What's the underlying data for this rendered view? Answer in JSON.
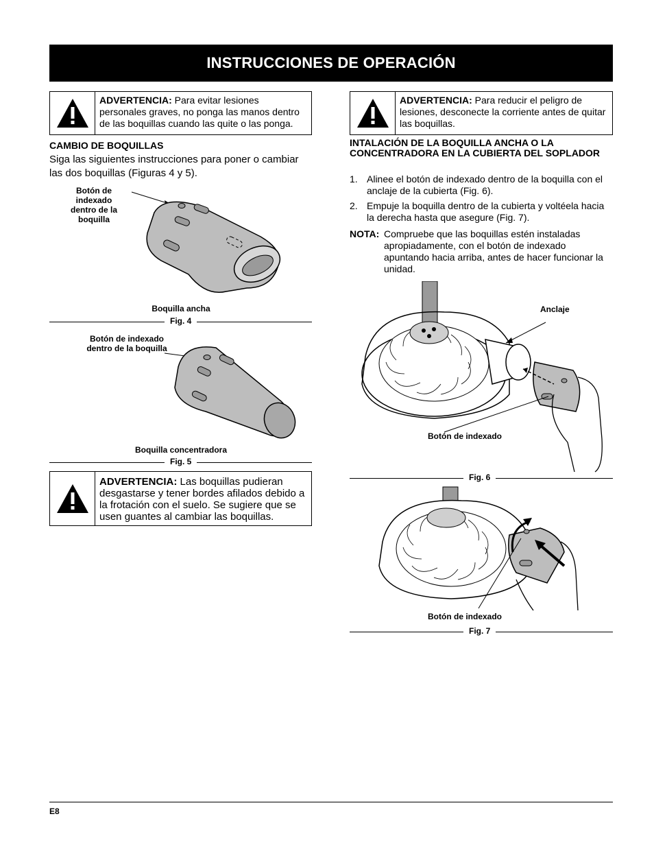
{
  "header": {
    "title": "INSTRUCCIONES DE OPERACIÓN"
  },
  "left": {
    "warning1": {
      "label": "ADVERTENCIA:",
      "text": "Para evitar lesiones personales graves, no ponga las manos dentro de las boquillas cuando las quite o las ponga."
    },
    "section_title": "CAMBIO DE BOQUILLAS",
    "section_text": "Siga las siguientes instrucciones para poner o cambiar las dos boquillas (Figuras 4 y 5).",
    "fig4": {
      "callout": "Botón de indexado dentro de la boquilla",
      "name": "Boquilla ancha",
      "caption": "Fig. 4"
    },
    "fig5": {
      "callout": "Botón de indexado  dentro de la boquilla",
      "name": "Boquilla concentradora",
      "caption": "Fig. 5"
    },
    "warning2": {
      "label": "ADVERTENCIA:",
      "text": "Las boquillas pudieran desgastarse y tener bordes afilados debido a la frotación con el suelo. Se sugiere que se usen guantes al cambiar las boquillas."
    }
  },
  "right": {
    "warning": {
      "label": "ADVERTENCIA:",
      "text": "Para reducir el peligro de lesiones, desconecte la corriente antes de quitar las boquillas."
    },
    "section_title": "INTALACIÓN DE LA BOQUILLA ANCHA O LA CONCENTRADORA EN LA CUBIERTA DEL SOPLADOR",
    "steps": [
      {
        "num": "1.",
        "text": "Alinee el botón de indexado dentro de la boquilla con el anclaje de la cubierta (Fig. 6)."
      },
      {
        "num": "2.",
        "text": "Empuje la boquilla dentro de la cubierta y voltéela hacia la derecha hasta que asegure (Fig. 7)."
      }
    ],
    "note": {
      "label": "NOTA:",
      "text": "Compruebe que las boquillas estén instaladas apropiadamente, con el botón de indexado apuntando hacia arriba, antes de hacer funcionar la unidad."
    },
    "fig6": {
      "anchor_label": "Anclaje",
      "button_label": "Botón de indexado",
      "caption": "Fig. 6"
    },
    "fig7": {
      "button_label": "Botón de indexado",
      "caption": "Fig. 7"
    }
  },
  "footer": {
    "page": "E8"
  }
}
